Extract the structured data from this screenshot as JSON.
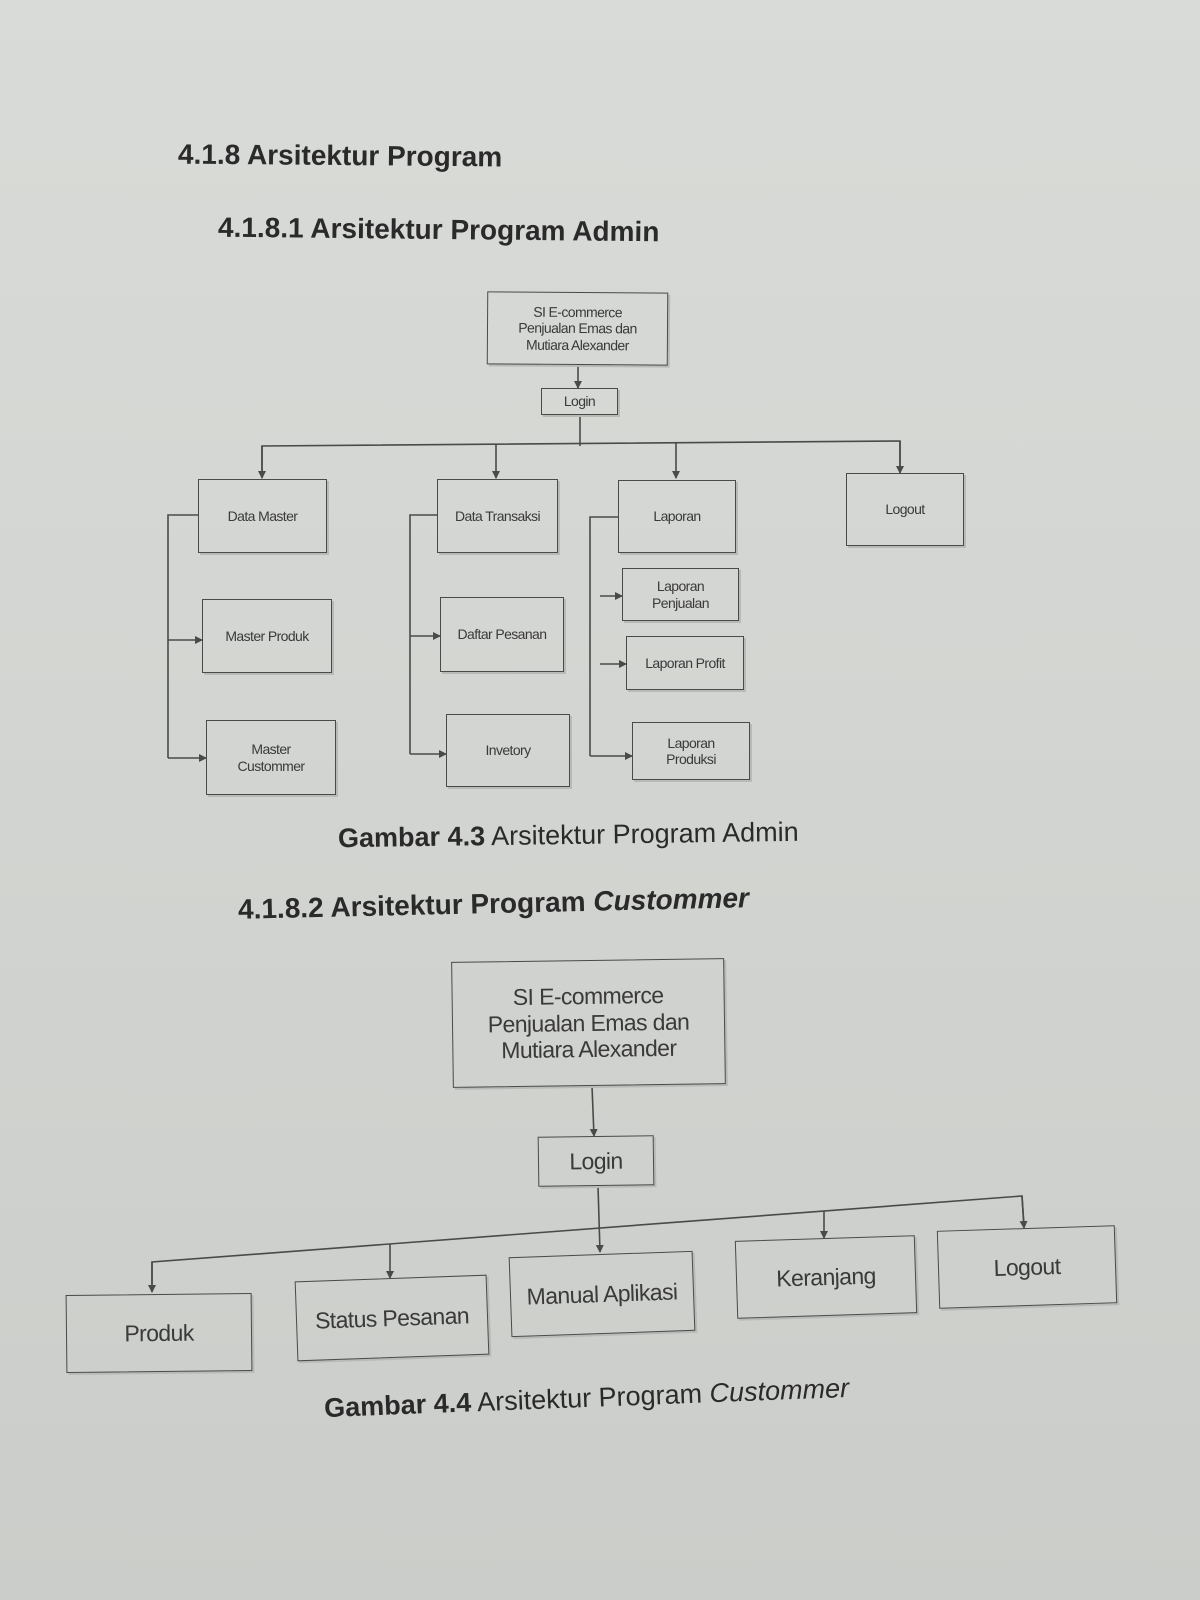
{
  "headings": {
    "section": "4.1.8 Arsitektur Program",
    "admin": "4.1.8.1 Arsitektur Program Admin",
    "customer_prefix": "4.1.8.2 Arsitektur Program ",
    "customer_italic": "Custommer"
  },
  "admin_diagram": {
    "root": [
      "SI E-commerce",
      "Penjualan Emas dan",
      "Mutiara Alexander"
    ],
    "login": "Login",
    "data_master": "Data Master",
    "master_produk": "Master Produk",
    "master_customer": [
      "Master",
      "Custommer"
    ],
    "data_transaksi": "Data Transaksi",
    "daftar_pesanan": "Daftar Pesanan",
    "inventory": "Invetory",
    "laporan": "Laporan",
    "laporan_penjualan": [
      "Laporan",
      "Penjualan"
    ],
    "laporan_profit": "Laporan Profit",
    "laporan_produksi": [
      "Laporan",
      "Produksi"
    ],
    "logout": "Logout"
  },
  "caption_admin": {
    "label": "Gambar 4.3",
    "text": " Arsitektur Program Admin"
  },
  "customer_diagram": {
    "root": [
      "SI E-commerce",
      "Penjualan Emas dan",
      "Mutiara Alexander"
    ],
    "login": "Login",
    "produk": "Produk",
    "status_pesanan": "Status Pesanan",
    "manual_aplikasi": "Manual Aplikasi",
    "keranjang": "Keranjang",
    "logout": "Logout"
  },
  "caption_customer": {
    "label": "Gambar 4.4",
    "text": " Arsitektur Program ",
    "italic": "Custommer"
  },
  "colors": {
    "paper": "#d6d8d5",
    "ink": "#2a2a2a",
    "line": "#4a4a4a"
  }
}
